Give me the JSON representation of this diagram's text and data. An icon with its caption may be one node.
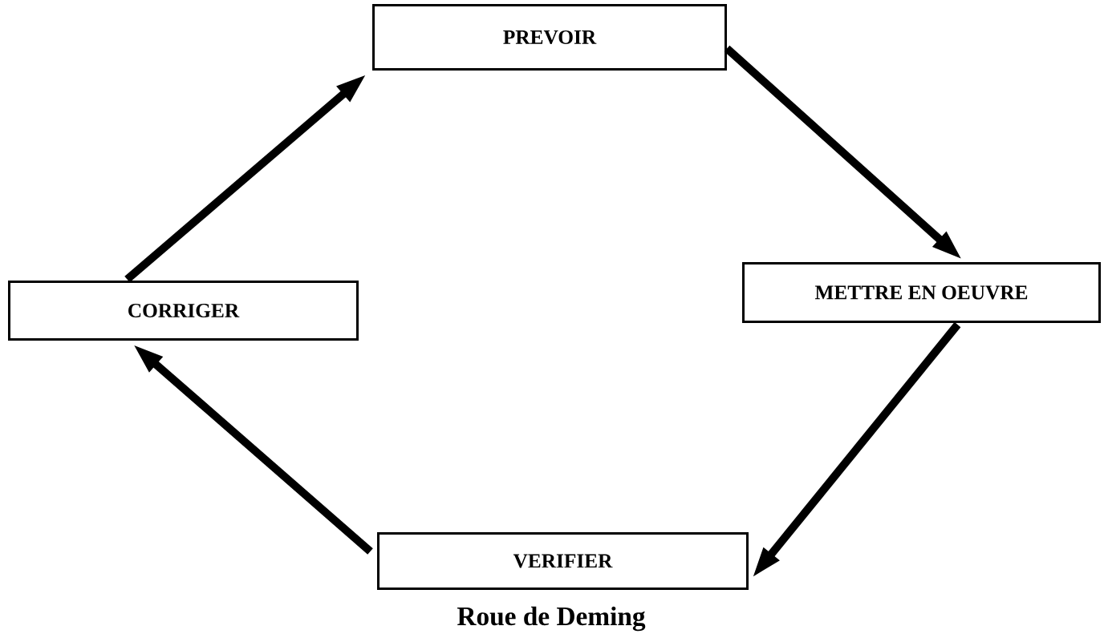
{
  "diagram": {
    "caption": "Roue de Deming",
    "nodes": [
      {
        "text": [
          "PREVOIR"
        ]
      },
      {
        "text": [
          "METTRE EN OEUVRE"
        ]
      },
      {
        "text": [
          "CORRIGER"
        ]
      },
      {
        "text": [
          "VERIFIER"
        ]
      }
    ],
    "edges": [
      {
        "from": 0,
        "to": 1,
        "arrow": "to"
      },
      {
        "from": 1,
        "to": 3,
        "arrow": "to"
      },
      {
        "from": 3,
        "to": 2,
        "arrow": "to"
      },
      {
        "from": 2,
        "to": 0,
        "arrow": "to"
      }
    ]
  }
}
